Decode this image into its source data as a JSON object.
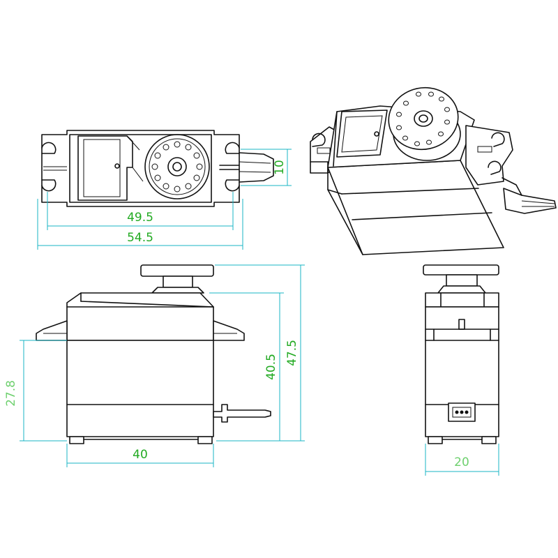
{
  "colors": {
    "outline": "#111111",
    "dimension_line": "#19b6c6",
    "dimension_text_primary": "#22aa22",
    "dimension_text_secondary": "#6ed06e"
  },
  "dimensions": {
    "top_width_inner": "49.5",
    "top_width_outer": "54.5",
    "cable_height": "10",
    "side_width": "40",
    "side_height_body": "40.5",
    "side_height_total": "47.5",
    "side_mount_height": "27.8",
    "end_width": "20"
  }
}
